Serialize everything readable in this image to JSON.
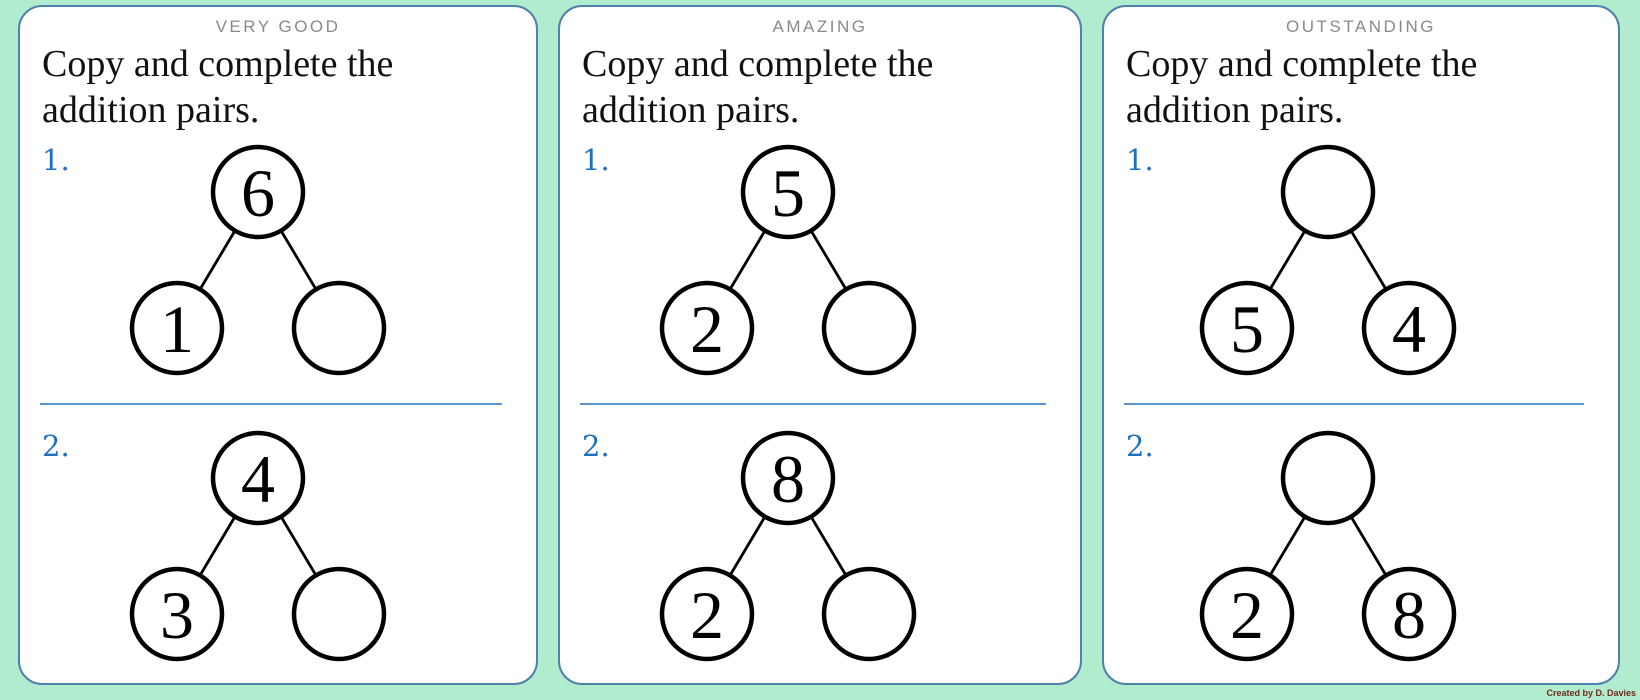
{
  "page": {
    "background_color": "#b2ecce",
    "credit": "Created by D. Davies"
  },
  "colors": {
    "card_border": "#4f81ad",
    "divider_line": "#5b93d0",
    "problem_number_blue": "#1e6fbf",
    "header_gray": "#8a8a8a",
    "credit_text": "#6e2a1c",
    "circle_stroke": "#000000"
  },
  "cards": [
    {
      "header": "VERY GOOD",
      "instruction": [
        "Copy and complete the",
        "addition pairs."
      ],
      "problems": [
        {
          "label": "1.",
          "whole": "6",
          "part_left": "1",
          "part_right": ""
        },
        {
          "label": "2.",
          "whole": "4",
          "part_left": "3",
          "part_right": ""
        }
      ]
    },
    {
      "header": "AMAZING",
      "instruction": [
        "Copy and complete the",
        "addition pairs."
      ],
      "problems": [
        {
          "label": "1.",
          "whole": "5",
          "part_left": "2",
          "part_right": ""
        },
        {
          "label": "2.",
          "whole": "8",
          "part_left": "2",
          "part_right": ""
        }
      ]
    },
    {
      "header": "OUTSTANDING",
      "instruction": [
        "Copy and complete the",
        "addition pairs."
      ],
      "problems": [
        {
          "label": "1.",
          "whole": "",
          "part_left": "5",
          "part_right": "4"
        },
        {
          "label": "2.",
          "whole": "",
          "part_left": "2",
          "part_right": "8"
        }
      ]
    }
  ]
}
